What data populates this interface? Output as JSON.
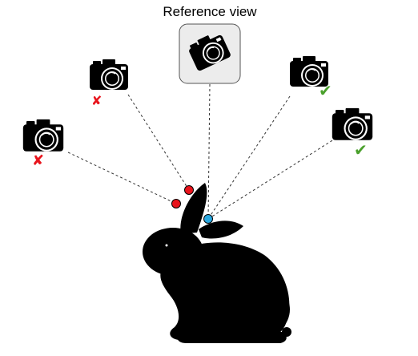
{
  "title": "Reference view",
  "colors": {
    "occluded_point": "#e8141c",
    "visible_point": "#29a8e0",
    "cross_mark": "#e8141c",
    "check_mark": "#4aa02c",
    "silhouette": "#000000",
    "reference_box_fill": "#ececec"
  },
  "cameras": [
    {
      "id": "far-left",
      "status": "occluded",
      "mark": "cross-icon"
    },
    {
      "id": "upper-left",
      "status": "occluded",
      "mark": "cross-icon"
    },
    {
      "id": "reference",
      "status": "reference",
      "mark": "none"
    },
    {
      "id": "upper-right",
      "status": "visible",
      "mark": "check-icon"
    },
    {
      "id": "far-right",
      "status": "visible",
      "mark": "check-icon"
    }
  ],
  "points": [
    {
      "id": "ear-point-top",
      "color": "red"
    },
    {
      "id": "ear-point-bottom",
      "color": "red"
    },
    {
      "id": "head-point",
      "color": "blue"
    }
  ]
}
